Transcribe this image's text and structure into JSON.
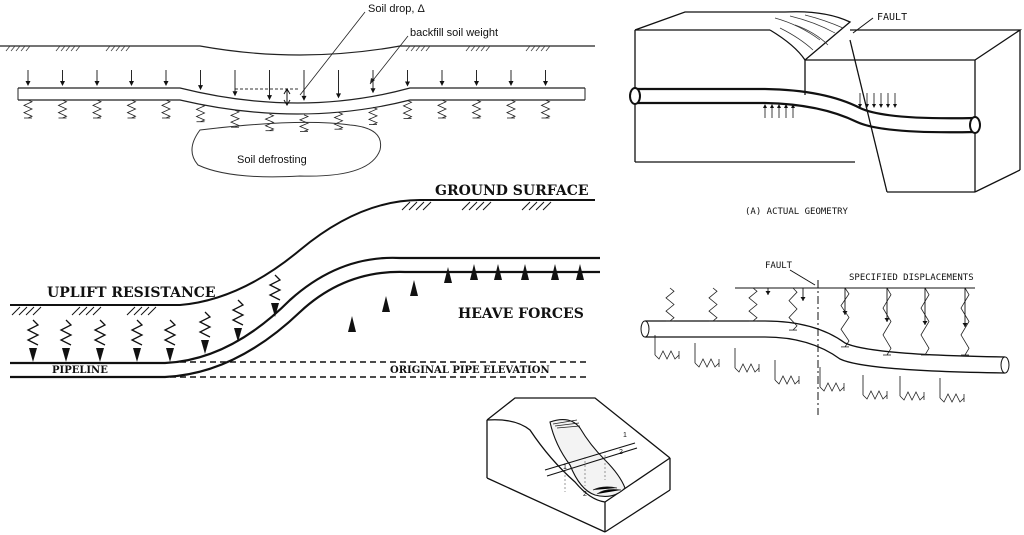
{
  "frost_panel": {
    "soil_drop_label": "Soil drop, Δ",
    "backfill_label": "backfill soil weight",
    "defrost_label": "Soil defrosting"
  },
  "heave_panel": {
    "ground_surface_label": "GROUND SURFACE",
    "uplift_label": "UPLIFT RESISTANCE",
    "heave_forces_label": "HEAVE FORCES",
    "pipeline_label": "PIPELINE",
    "original_elevation_label": "ORIGINAL PIPE ELEVATION"
  },
  "fault_block_panel": {
    "fault_label": "FAULT",
    "caption": "(A) ACTUAL GEOMETRY"
  },
  "fault_model_panel": {
    "fault_label": "FAULT",
    "displacements_label": "SPECIFIED DISPLACEMENTS"
  },
  "landslide_panel": {
    "section_labels": [
      "1",
      "2",
      "1",
      "2"
    ]
  }
}
